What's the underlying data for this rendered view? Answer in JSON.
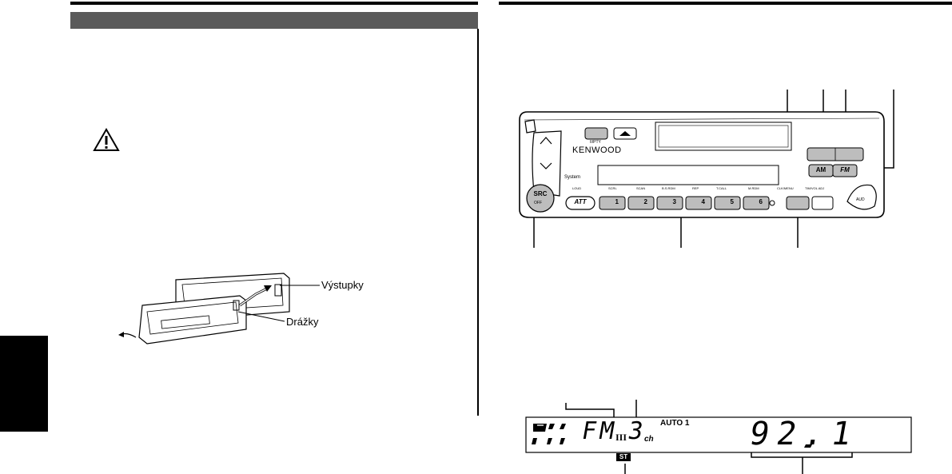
{
  "left_page": {
    "section_title": "",
    "figure_labels": {
      "protrusions": "Výstupky",
      "grooves": "Drážky"
    }
  },
  "right_page": {
    "unit": {
      "brand": "KENWOOD",
      "buttons": {
        "src": "SRC",
        "src_sub": "OFF",
        "att": "ATT",
        "am": "AM",
        "fm": "FM",
        "aud": "AUD",
        "play_sub": "II/PTY",
        "system": "System",
        "preset_sub_labels": [
          "LOUD",
          "SCRL",
          "SCAN",
          "B.S.RDM",
          "REP",
          "T.CALL",
          "M.RDM"
        ],
        "clk_menu": "CLK/MENU",
        "tim_vol": "TIM/VOL ADJ",
        "presets": [
          "1",
          "2",
          "3",
          "4",
          "5",
          "6"
        ]
      }
    },
    "display": {
      "band": "FM",
      "band_sub": "III",
      "preset": "3",
      "preset_unit": "ch",
      "seek_mode": "AUTO 1",
      "stereo": "ST",
      "frequency": "92.1"
    }
  },
  "colors": {
    "section_bar": "#5a5a5a",
    "button_gray": "#bdbdbd",
    "ink": "#000000"
  }
}
